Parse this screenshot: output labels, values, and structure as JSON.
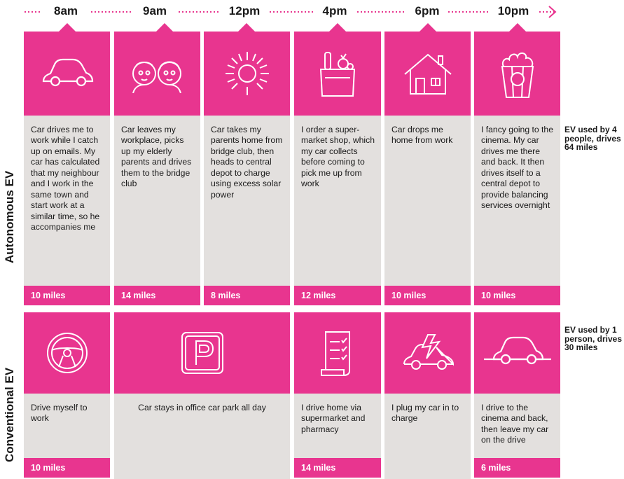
{
  "times": [
    "8am",
    "9am",
    "12pm",
    "4pm",
    "6pm",
    "10pm"
  ],
  "colors": {
    "accent": "#e8358f",
    "panel": "#e3e0de"
  },
  "autonomous": {
    "label": "Autonomous EV",
    "summary": "EV used by 4 people, drives 64 miles",
    "cells": [
      {
        "icon": "car-icon",
        "text": "Car drives me to work while I catch up on emails. My car has calculated that my neighbour and I work in the same town and start work at a similar time, so he accompanies me",
        "miles": "10 miles"
      },
      {
        "icon": "elderly-couple-icon",
        "text": "Car leaves my workplace, picks up my elderly parents and drives them to the bridge club",
        "miles": "14 miles"
      },
      {
        "icon": "sun-icon",
        "text": "Car takes my parents home from bridge club, then heads to central depot to charge using excess solar power",
        "miles": "8 miles"
      },
      {
        "icon": "grocery-bag-icon",
        "text": "I order a super-market shop, which my car collects before coming to pick me up from work",
        "miles": "12 miles"
      },
      {
        "icon": "house-icon",
        "text": "Car drops me home from work",
        "miles": "10 miles"
      },
      {
        "icon": "popcorn-icon",
        "text": "I fancy going to the cinema. My car drives me there and back. It then drives itself to a central depot to provide balancing services overnight",
        "miles": "10 miles"
      }
    ]
  },
  "conventional": {
    "label": "Conventional EV",
    "summary": "EV used by 1 person, drives 30 miles",
    "cells": [
      {
        "icon": "steering-wheel-icon",
        "text": "Drive myself to work",
        "miles": "10 miles"
      },
      {
        "icon": "parking-icon",
        "text": "Car stays in office car park all day",
        "miles": ""
      },
      {
        "icon": "receipt-icon",
        "text": "I drive home via supermarket and pharmacy",
        "miles": "14 miles"
      },
      {
        "icon": "charging-car-icon",
        "text": "I plug my car in to charge",
        "miles": ""
      },
      {
        "icon": "car-icon",
        "text": "I drive to the cinema and back, then leave my car on the drive",
        "miles": "6 miles"
      }
    ]
  }
}
